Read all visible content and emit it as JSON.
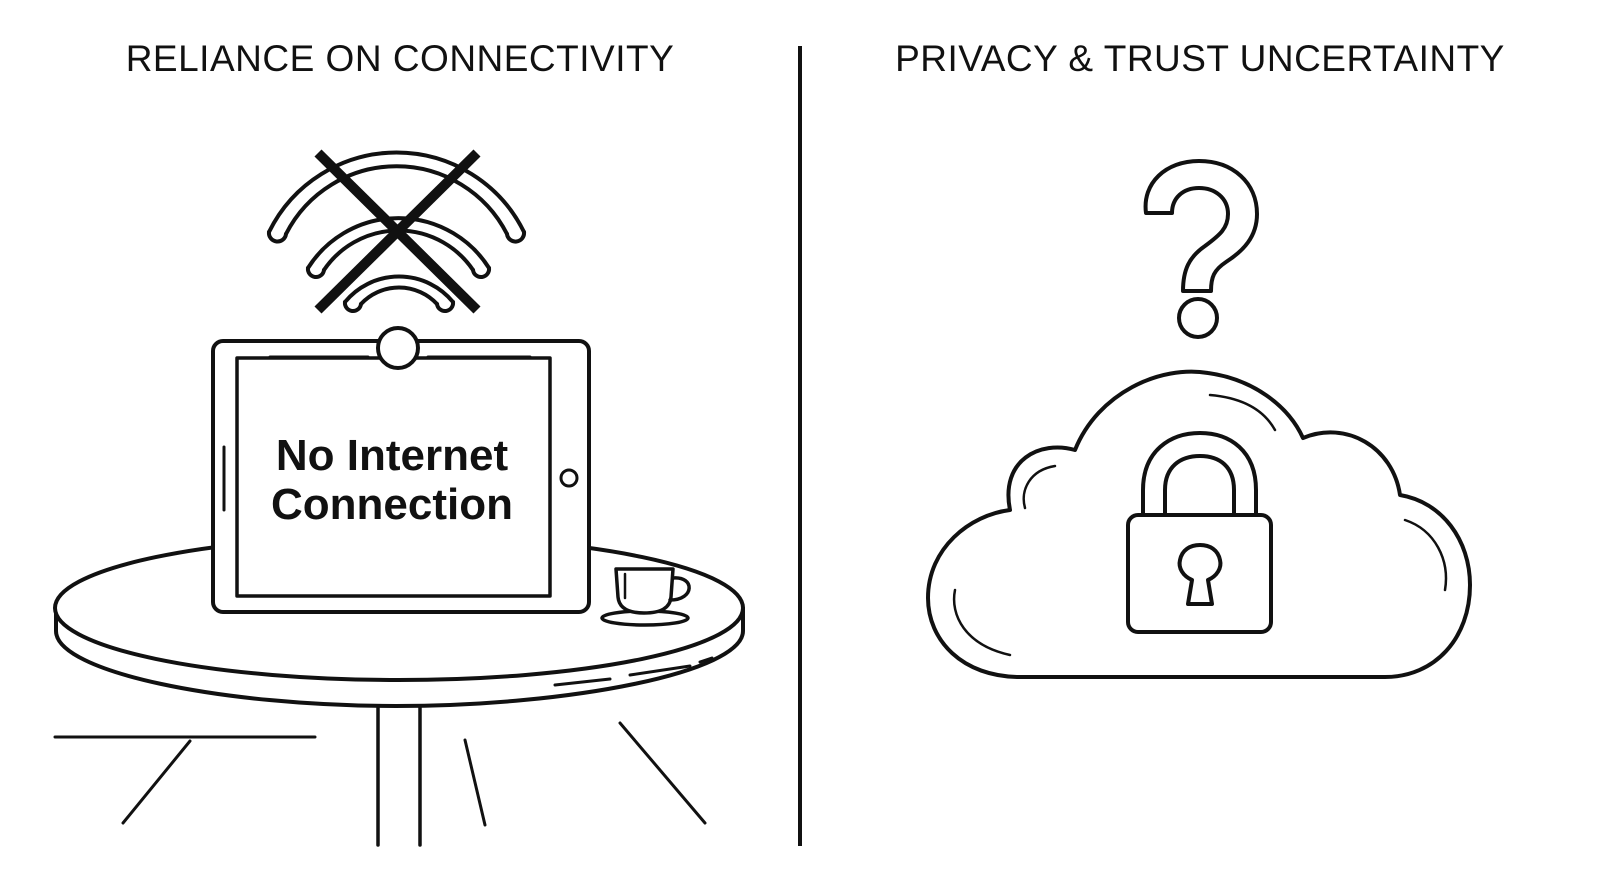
{
  "panels": {
    "left": {
      "title": "RELIANCE ON CONNECTIVITY",
      "screen_message_line1": "No Internet",
      "screen_message_line2": "Connection",
      "icons": [
        "wifi-icon",
        "cross-icon",
        "tablet-icon",
        "table-icon",
        "coffee-cup-icon"
      ]
    },
    "right": {
      "title": "PRIVACY & TRUST UNCERTAINTY",
      "icons": [
        "question-mark-icon",
        "cloud-icon",
        "padlock-icon"
      ]
    }
  },
  "colors": {
    "ink": "#111111",
    "background": "#ffffff"
  }
}
